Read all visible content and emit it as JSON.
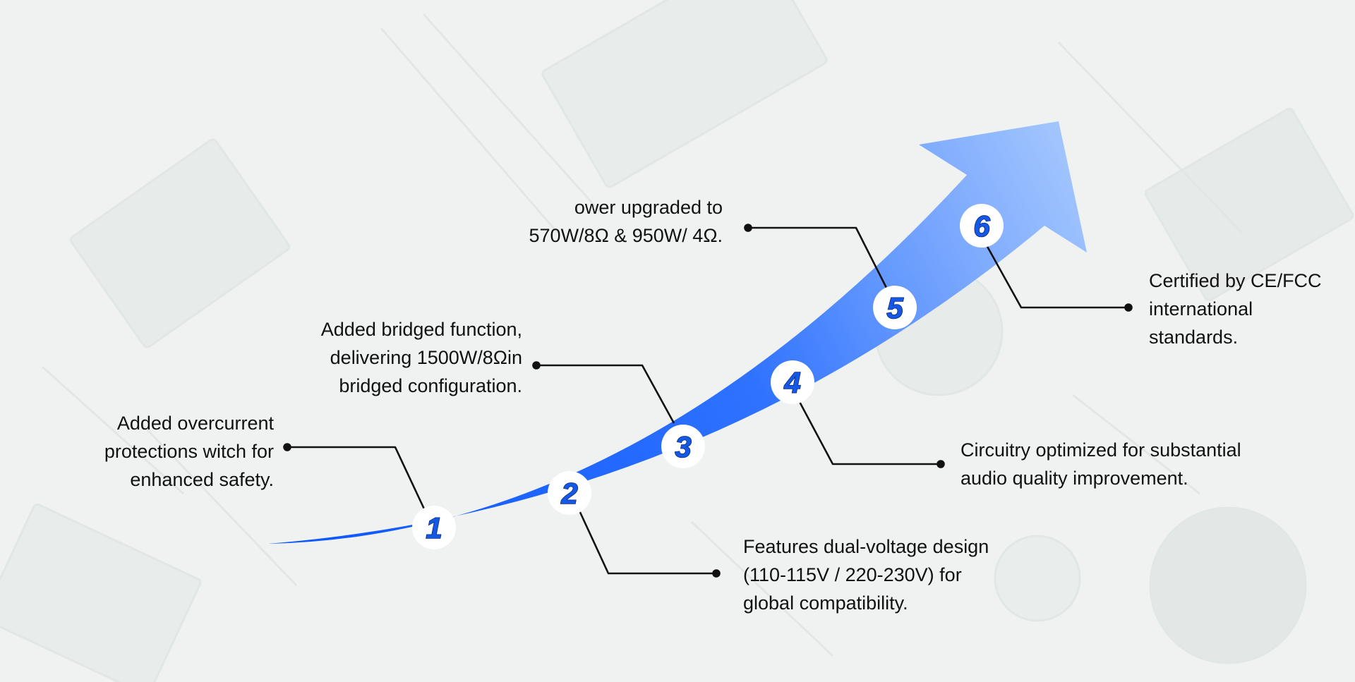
{
  "colors": {
    "arrow_dark": "#0a55ff",
    "arrow_light": "#9cc2ff",
    "leader": "#111111",
    "number_fill": "#1658e6"
  },
  "steps": [
    {
      "number": "1",
      "lines": [
        "Added overcurrent",
        "protections witch for",
        "enhanced safety."
      ]
    },
    {
      "number": "2",
      "lines": [
        "Features dual-voltage design",
        "(110-115V / 220-230V) for",
        "global compatibility."
      ]
    },
    {
      "number": "3",
      "lines": [
        "Added bridged function,",
        "delivering 1500W/8Ωin",
        "bridged configuration."
      ]
    },
    {
      "number": "4",
      "lines": [
        "Circuitry optimized for substantial",
        "audio quality improvement."
      ]
    },
    {
      "number": "5",
      "lines": [
        "ower upgraded to",
        "570W/8Ω & 950W/ 4Ω."
      ]
    },
    {
      "number": "6",
      "lines": [
        "Certified by CE/FCC",
        "international",
        "standards."
      ]
    }
  ]
}
